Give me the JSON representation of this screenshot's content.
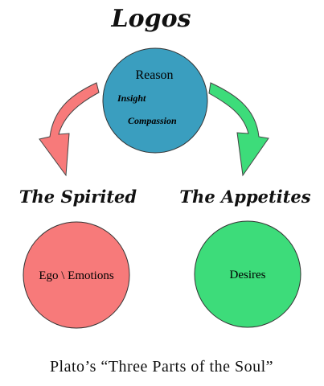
{
  "title": "Logos",
  "nodes": {
    "reason": {
      "label": "Reason",
      "qualities": [
        "Insight",
        "Compassion"
      ],
      "color": "#3a9ebf"
    },
    "spirited": {
      "heading": "The Spirited",
      "label": "Ego \\ Emotions",
      "color": "#f77a7a"
    },
    "appetites": {
      "heading": "The Appetites",
      "label": "Desires",
      "color": "#3ddc7a"
    }
  },
  "arrows": {
    "left_color": "#f77a7a",
    "right_color": "#3ddc7a"
  },
  "caption": "Plato’s “Three Parts of the Soul”"
}
